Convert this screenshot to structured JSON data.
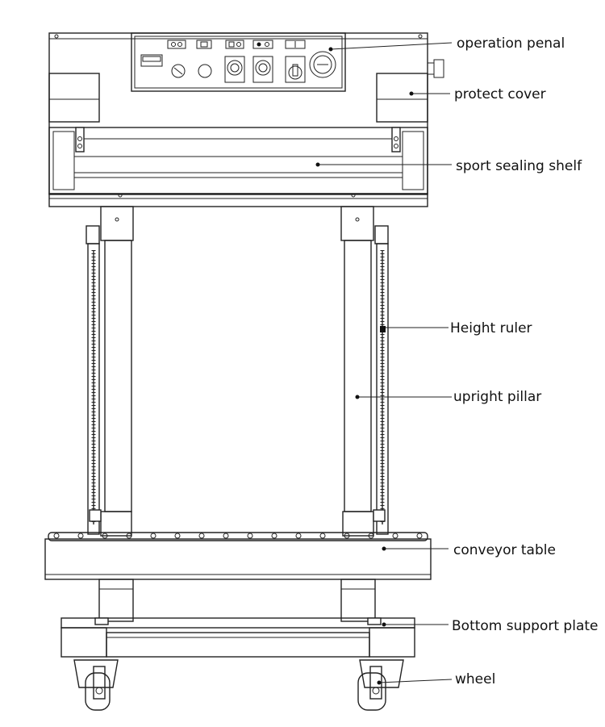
{
  "labels": {
    "operation_panel": "operation penal",
    "protect_cover": "protect cover",
    "sealing_shelf": "sport sealing shelf",
    "height_ruler": "Height ruler",
    "upright_pillar": "upright pillar",
    "conveyor_table": "conveyor table",
    "bottom_plate": "Bottom support plate",
    "wheel": "wheel"
  }
}
